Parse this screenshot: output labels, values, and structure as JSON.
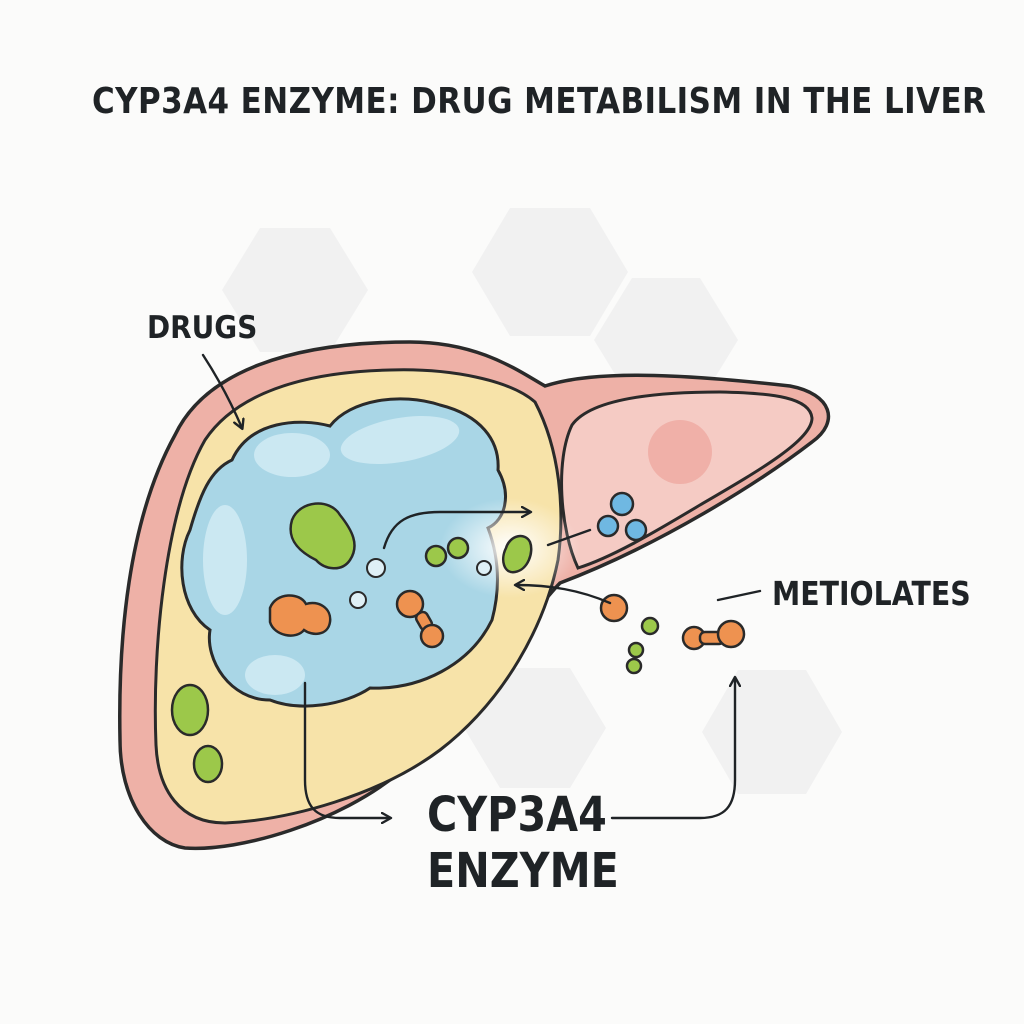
{
  "title": "CYP3A4 ENZYME: DRUG METABILISM IN THE LIVER",
  "labels": {
    "drugs": "DRUGS",
    "metabolites": "METIOLATES",
    "enzyme_line1": "CYP3A4",
    "enzyme_line2": "ENZYME"
  },
  "colors": {
    "background": "#fbfbfa",
    "liver_outline": "#e9a9a0",
    "liver_fill": "#f7e2a8",
    "cell_blue": "#a9d6e6",
    "right_lobe": "#f3c8c2",
    "drug_green": "#9cc84a",
    "metabolite_orange": "#ee9250",
    "molecule_blue": "#6fb8e2",
    "ink": "#1f2326"
  }
}
